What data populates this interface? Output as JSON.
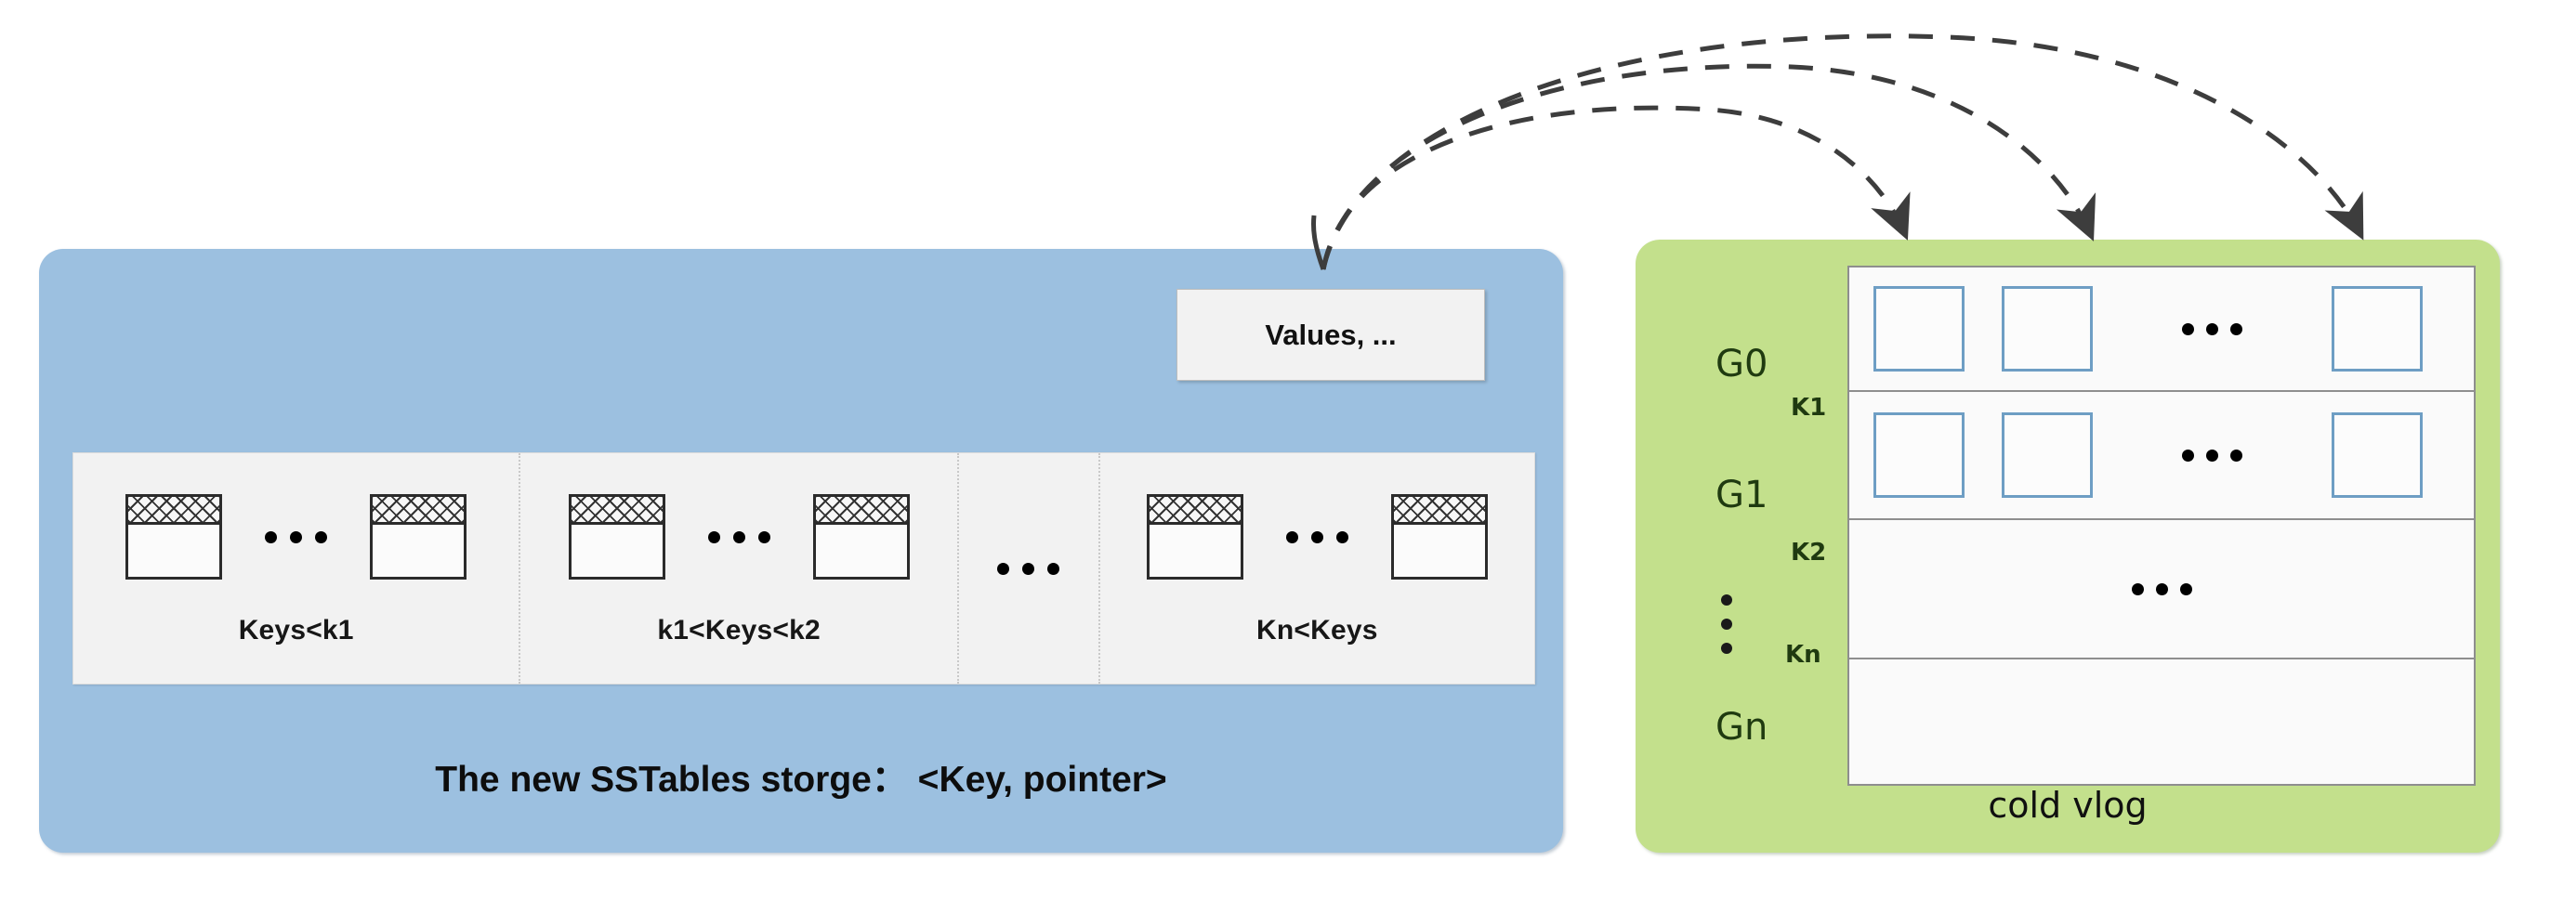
{
  "diagram": {
    "title_left": "The new SSTables storge： <Key, pointer>",
    "title_right": "cold vlog"
  },
  "left_panel": {
    "color": "#9CC0E0",
    "values_box": {
      "label": "Values, ...",
      "icon": "values-box"
    },
    "caption": "The new SSTables storge： <Key, pointer>",
    "segments": [
      {
        "label": "Keys<k1",
        "icon": "key-block-icon",
        "blocks": 2,
        "ellipsis": "•••"
      },
      {
        "label": "k1<Keys<k2",
        "icon": "key-block-icon",
        "blocks": 2,
        "ellipsis": "•••"
      },
      {
        "label": "",
        "icon": "ellipsis-icon",
        "blocks": 0,
        "ellipsis": "•••"
      },
      {
        "label": "Kn<Keys",
        "icon": "key-block-icon",
        "blocks": 2,
        "ellipsis": "•••"
      }
    ]
  },
  "right_panel": {
    "color": "#C3E08C",
    "caption": "cold vlog",
    "group_labels": [
      "G0",
      "G1",
      "Gn"
    ],
    "boundary_labels": [
      "K1",
      "K2",
      "Kn"
    ],
    "vertical_ellipsis": "⋮",
    "rows": [
      {
        "group": "G0",
        "boundary_below": "K1",
        "cells": 3,
        "ellipsis": "•••"
      },
      {
        "group": "G1",
        "boundary_below": "K2",
        "cells": 3,
        "ellipsis": "•••"
      },
      {
        "group": "",
        "boundary_below": "Kn",
        "cells": 0,
        "ellipsis": "•••"
      },
      {
        "group": "Gn",
        "boundary_below": "",
        "cells": 0,
        "ellipsis": ""
      }
    ]
  },
  "connectors": {
    "count": 3,
    "style": "dashed-curved-arrow",
    "color": "#3d3d3d",
    "from": "values-box",
    "to": [
      "vlog-cell-g0-1",
      "vlog-cell-g0-2",
      "vlog-cell-g0-3"
    ]
  }
}
